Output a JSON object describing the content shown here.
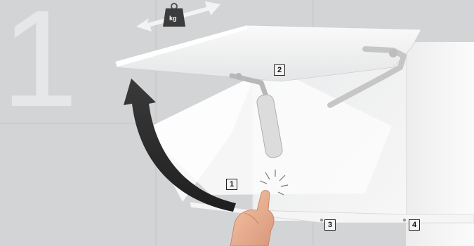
{
  "illustration": {
    "step_number": "1",
    "weight_badge": "kg",
    "callouts": [
      "1",
      "2",
      "3",
      "4"
    ],
    "colors": {
      "background": "#d3d4d6",
      "cabinet": "#f3f3f3",
      "arrow": "#2e2e2e",
      "grid_lines": "#c2c3c5"
    }
  }
}
